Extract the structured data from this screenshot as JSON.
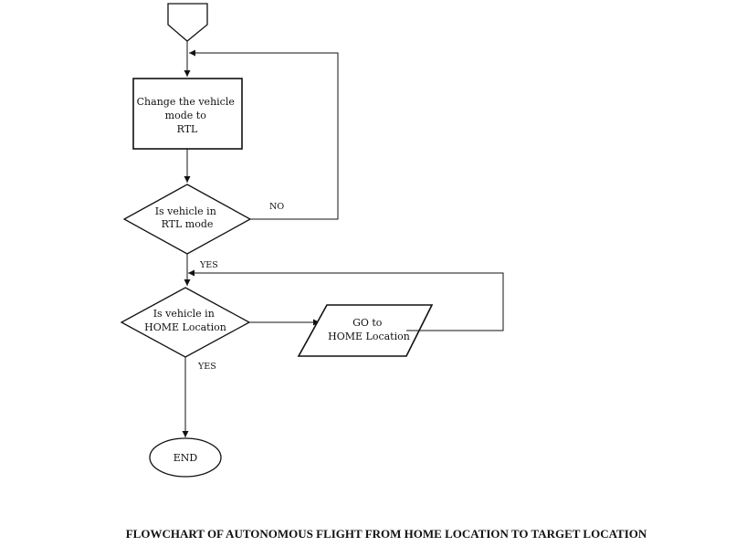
{
  "diagram": {
    "caption": "FLOWCHART OF AUTONOMOUS FLIGHT FROM HOME LOCATION TO  TARGET LOCATION",
    "nodes": {
      "change_mode": {
        "line1": "Change the vehicle",
        "line2": "mode to",
        "line3": "RTL"
      },
      "rtl_check": {
        "line1": "Is vehicle in",
        "line2": "RTL mode"
      },
      "home_check": {
        "line1": "Is vehicle in",
        "line2": "HOME Location"
      },
      "go_home": {
        "line1": "GO to",
        "line2": "HOME Location"
      },
      "end": {
        "label": "END"
      }
    },
    "edge_labels": {
      "rtl_no": "NO",
      "rtl_yes": "YES",
      "home_yes": "YES"
    }
  }
}
